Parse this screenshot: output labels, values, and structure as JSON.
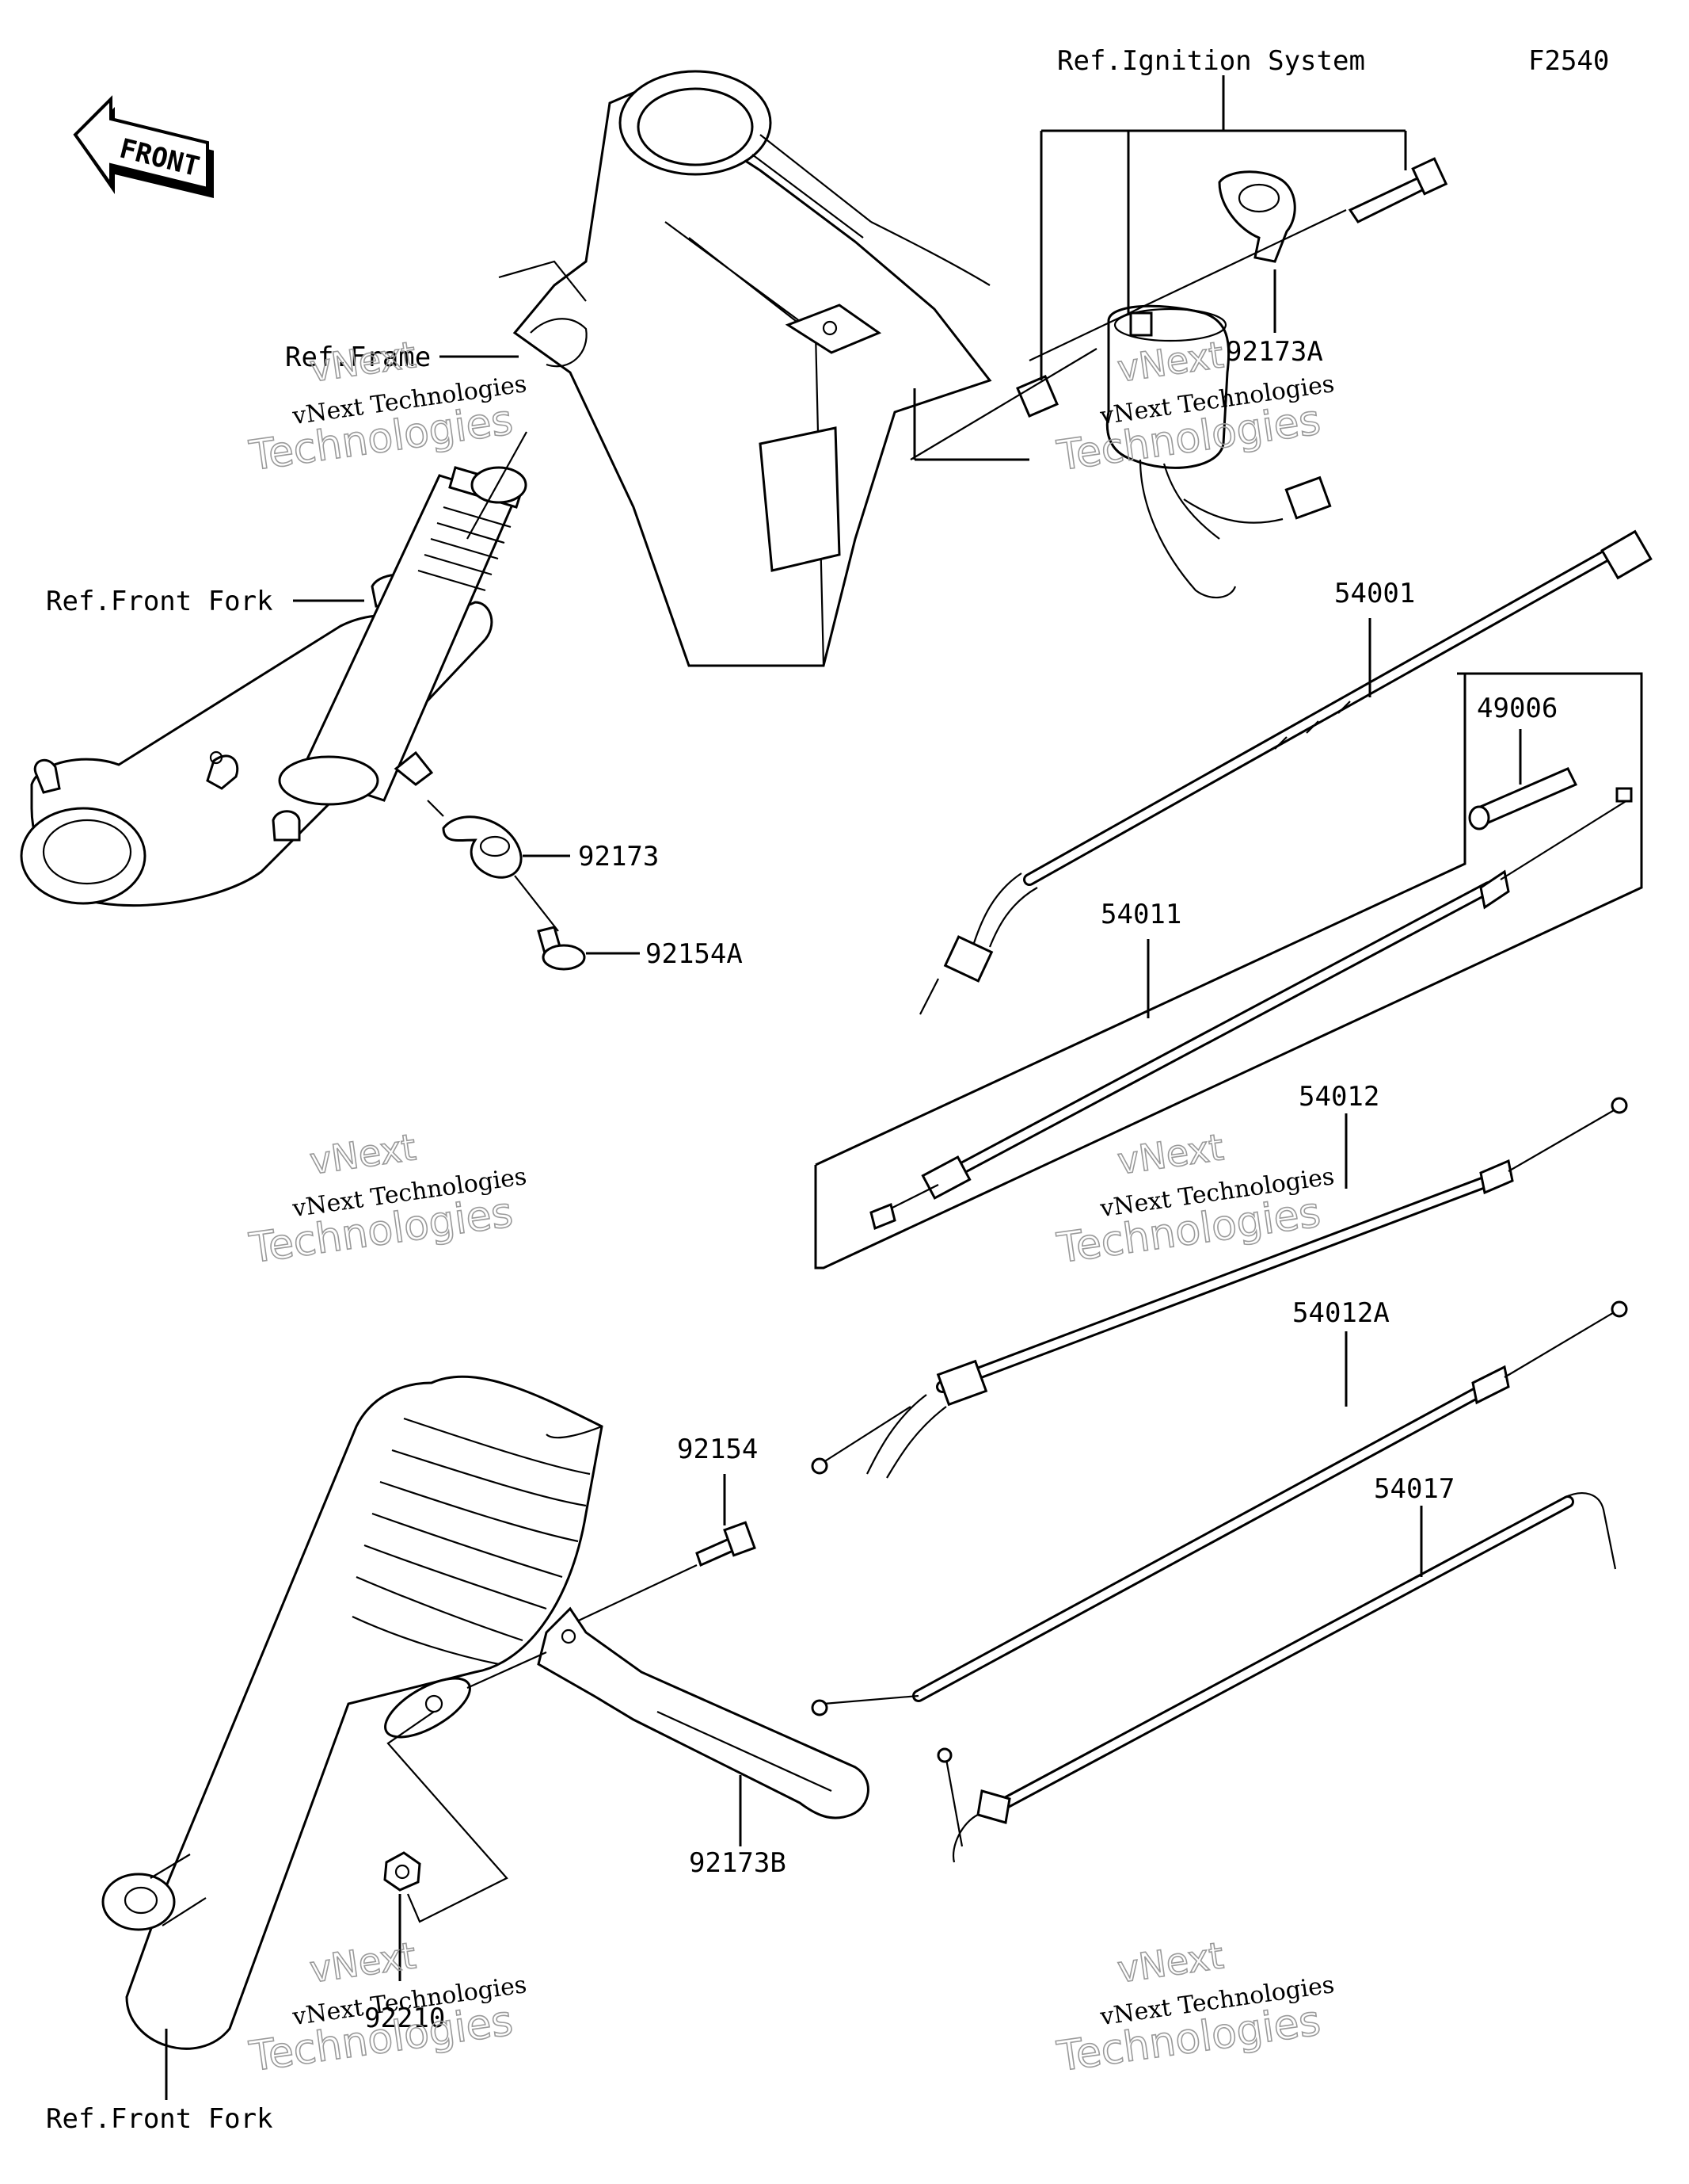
{
  "diagram": {
    "figure_code": "F2540",
    "front_marker": "FRONT",
    "references": {
      "ignition_system": "Ref.Ignition System",
      "frame": "Ref.Frame",
      "front_fork_upper": "Ref.Front Fork",
      "front_fork_lower": "Ref.Front Fork"
    },
    "part_labels": {
      "p92173A": "92173A",
      "p54001": "54001",
      "p49006": "49006",
      "p54011": "54011",
      "p92173": "92173",
      "p92154A": "92154A",
      "p54012": "54012",
      "p54012A": "54012A",
      "p92154": "92154",
      "p54017": "54017",
      "p92173B": "92173B",
      "p92210": "92210"
    },
    "watermark": {
      "line1": "vNext",
      "line2": "vNext Technologies",
      "line3": "Technologies"
    }
  }
}
